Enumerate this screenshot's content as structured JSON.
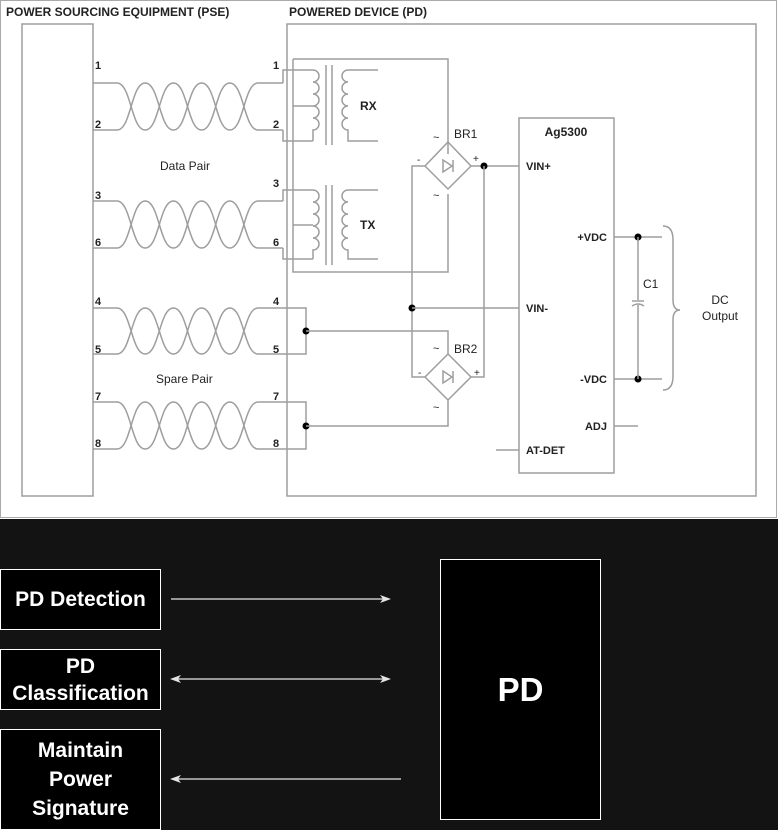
{
  "schematic": {
    "pse_title": "POWER SOURCING EQUIPMENT (PSE)",
    "pd_title": "POWERED DEVICE (PD)",
    "pins": [
      "1",
      "2",
      "3",
      "6",
      "4",
      "5",
      "7",
      "8"
    ],
    "data_pair_label": "Data Pair",
    "spare_pair_label": "Spare Pair",
    "transformer_rx": "RX",
    "transformer_tx": "TX",
    "bridge1": {
      "name": "BR1",
      "ac": "~",
      "pos": "+",
      "neg": "-"
    },
    "bridge2": {
      "name": "BR2",
      "ac": "~",
      "pos": "+",
      "neg": "-"
    },
    "chip": {
      "name": "Ag5300",
      "pins": {
        "vin_pos": "VIN+",
        "vin_neg": "VIN-",
        "vdc_pos": "+VDC",
        "vdc_neg": "-VDC",
        "adj": "ADJ",
        "at_det": "AT-DET"
      }
    },
    "capacitor": "C1",
    "dc_output_line1": "DC",
    "dc_output_line2": "Output"
  },
  "flow": {
    "pd_detection": "PD Detection",
    "pd_classification": [
      "PD",
      "Classification"
    ],
    "maintain_power_signature": [
      "Maintain",
      "Power",
      "Signature"
    ],
    "pd_box": "PD",
    "arrows": [
      {
        "from": "pd-detection",
        "direction": "to-pd"
      },
      {
        "from": "pd-classification",
        "direction": "bidirectional"
      },
      {
        "from": "maintain-power-signature",
        "direction": "from-pd"
      }
    ]
  }
}
